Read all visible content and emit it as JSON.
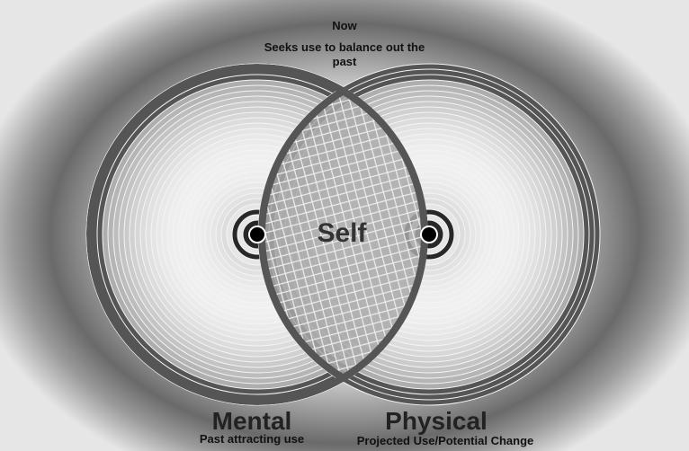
{
  "top": {
    "title": "Now",
    "subtitle": "Seeks use to balance out the past"
  },
  "center": {
    "label": "Self"
  },
  "left": {
    "title": "Mental",
    "subtitle": "Past attracting use"
  },
  "right": {
    "title": "Physical",
    "subtitle": "Projected Use/Potential Change"
  },
  "colors": {
    "ring_dark": "#555555",
    "ring_light": "#eeeeee",
    "lens": "#9a9a9a"
  }
}
